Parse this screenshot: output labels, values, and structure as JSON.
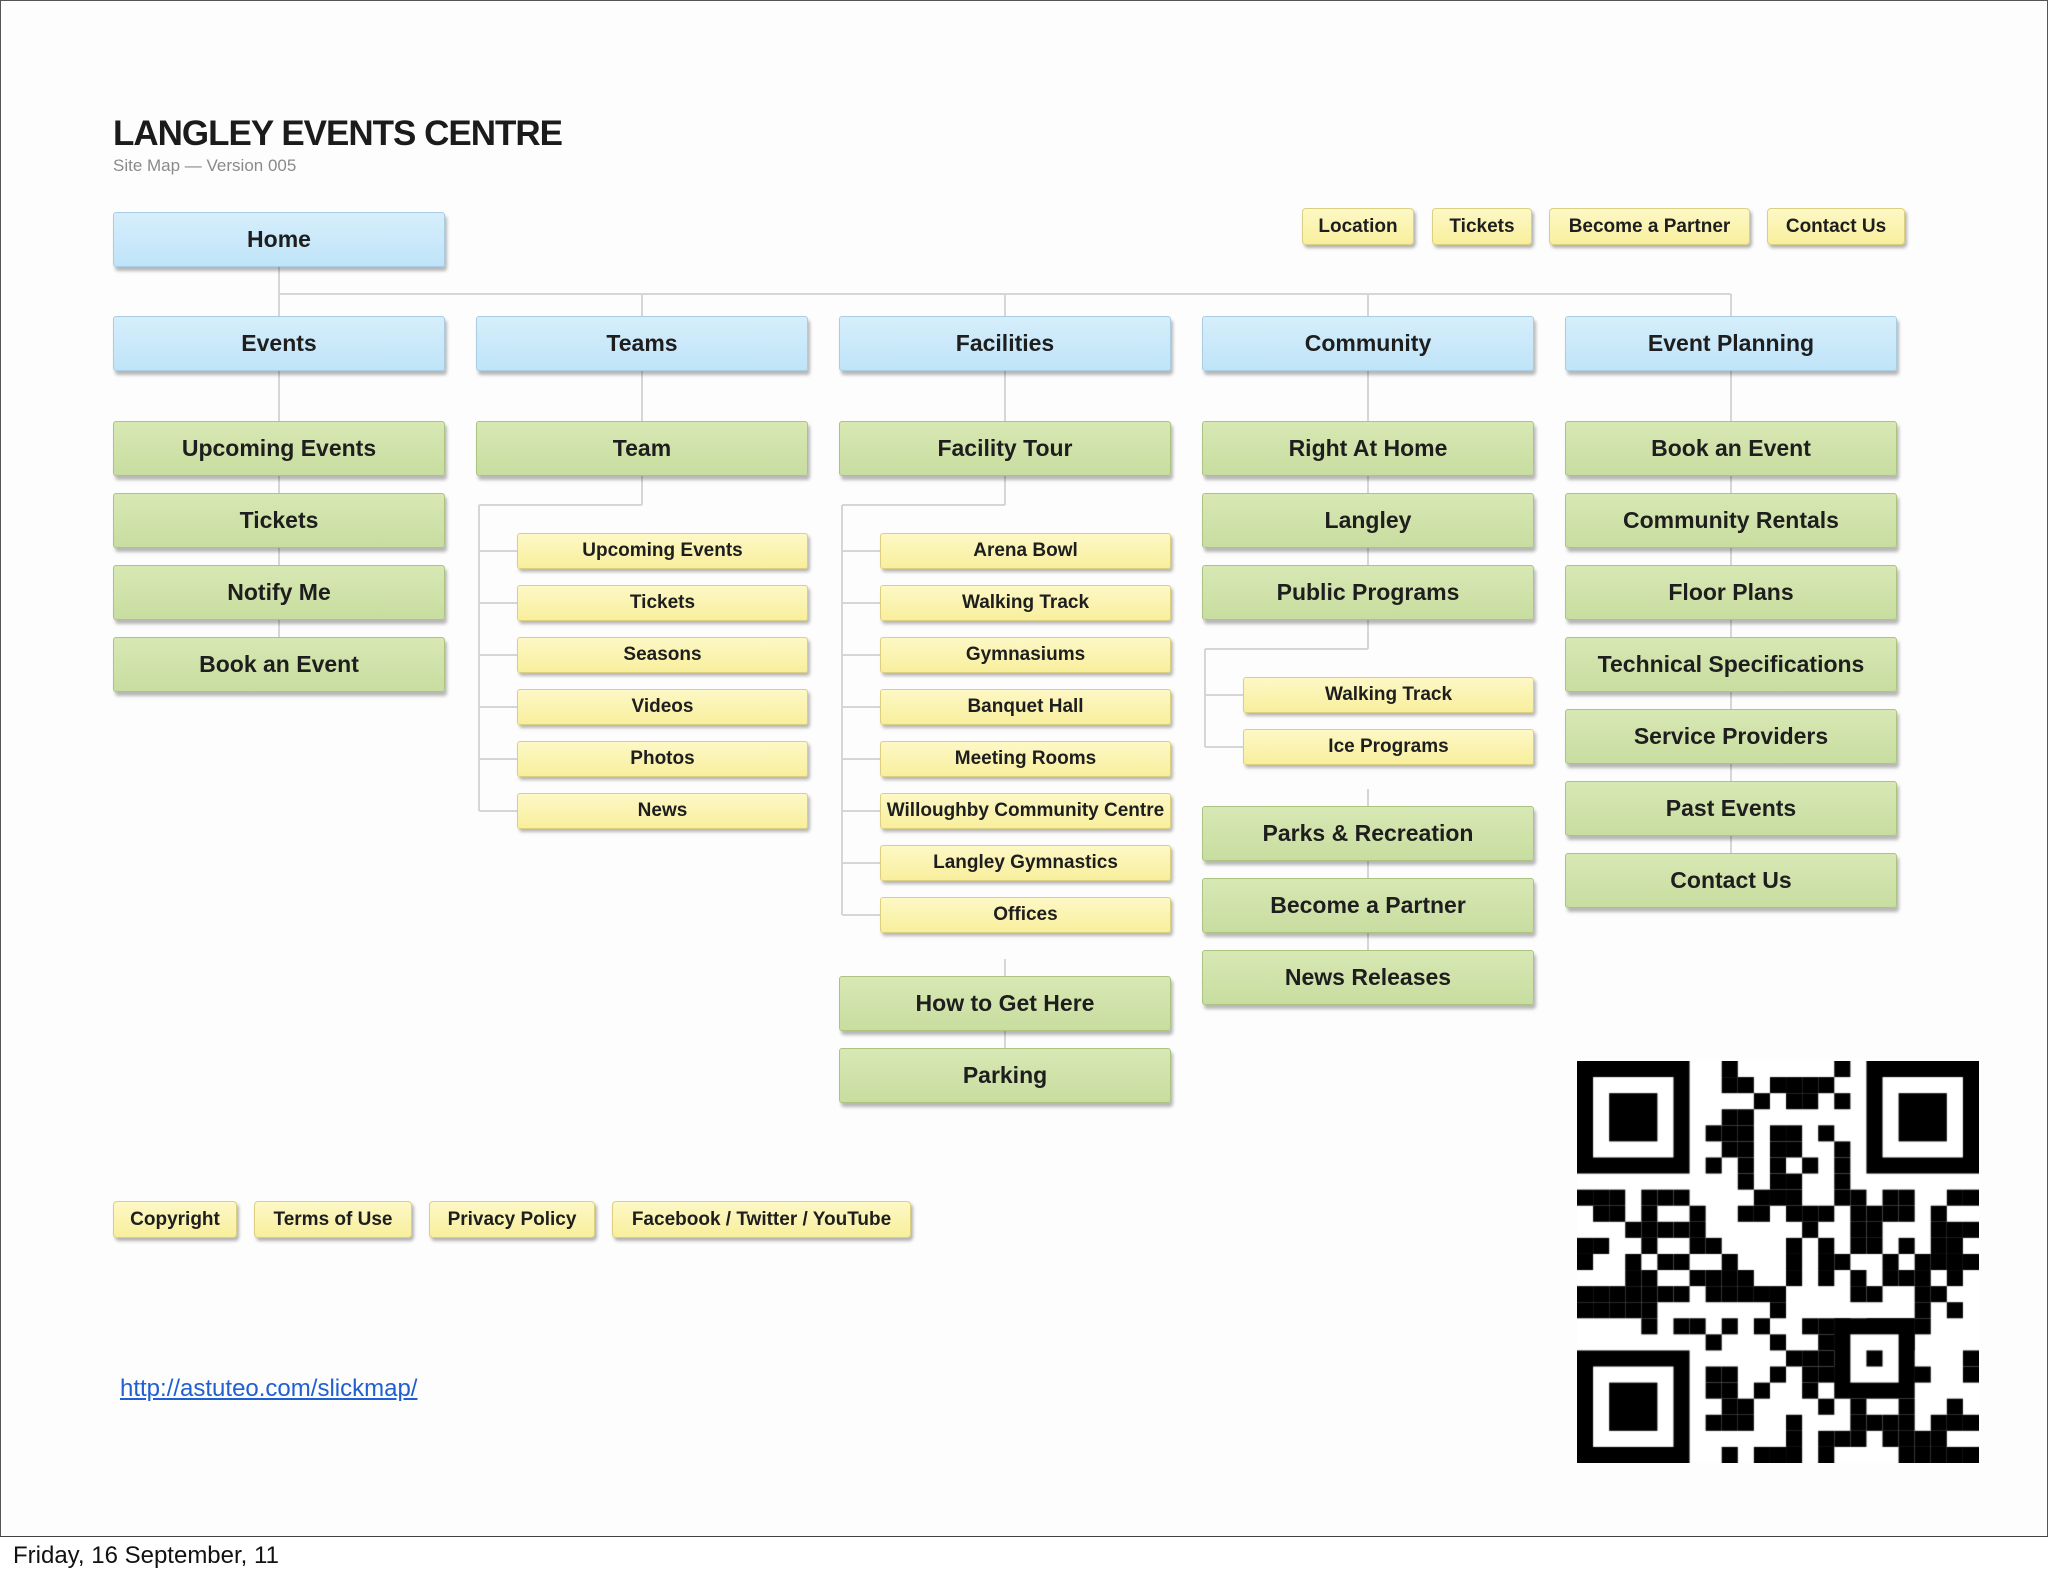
{
  "header": {
    "title": "LANGLEY EVENTS CENTRE",
    "subtitle": "Site Map — Version 005"
  },
  "home": {
    "label": "Home"
  },
  "utility_nav": [
    "Location",
    "Tickets",
    "Become a Partner",
    "Contact Us"
  ],
  "sections": [
    {
      "label": "Events",
      "children": [
        {
          "label": "Upcoming Events"
        },
        {
          "label": "Tickets"
        },
        {
          "label": "Notify Me"
        },
        {
          "label": "Book an Event"
        }
      ]
    },
    {
      "label": "Teams",
      "children": [
        {
          "label": "Team",
          "subpages": [
            "Upcoming Events",
            "Tickets",
            "Seasons",
            "Videos",
            "Photos",
            "News"
          ]
        }
      ]
    },
    {
      "label": "Facilities",
      "children": [
        {
          "label": "Facility Tour",
          "subpages": [
            "Arena Bowl",
            "Walking Track",
            "Gymnasiums",
            "Banquet Hall",
            "Meeting Rooms",
            "Willoughby Community Centre",
            "Langley Gymnastics",
            "Offices"
          ]
        },
        {
          "label": "How to Get Here"
        },
        {
          "label": "Parking"
        }
      ]
    },
    {
      "label": "Community",
      "children": [
        {
          "label": "Right At Home"
        },
        {
          "label": "Langley"
        },
        {
          "label": "Public Programs",
          "subpages": [
            "Walking Track",
            "Ice Programs"
          ]
        },
        {
          "label": "Parks & Recreation"
        },
        {
          "label": "Become a Partner"
        },
        {
          "label": "News Releases"
        }
      ]
    },
    {
      "label": "Event Planning",
      "children": [
        {
          "label": "Book an Event"
        },
        {
          "label": "Community Rentals"
        },
        {
          "label": "Floor Plans"
        },
        {
          "label": "Technical Specifications"
        },
        {
          "label": "Service Providers"
        },
        {
          "label": "Past Events"
        },
        {
          "label": "Contact Us"
        }
      ]
    }
  ],
  "footer_links": [
    "Copyright",
    "Terms of Use",
    "Privacy Policy",
    "Facebook / Twitter / YouTube"
  ],
  "reference_url": "http://astuteo.com/slickmap/",
  "slide_date": "Friday, 16 September, 11",
  "colors": {
    "level1": "#c6e7f9",
    "level2": "#cfe2a9",
    "level3": "#faf3ae",
    "connector": "#d6d6d6",
    "link": "#1f5fd1"
  }
}
